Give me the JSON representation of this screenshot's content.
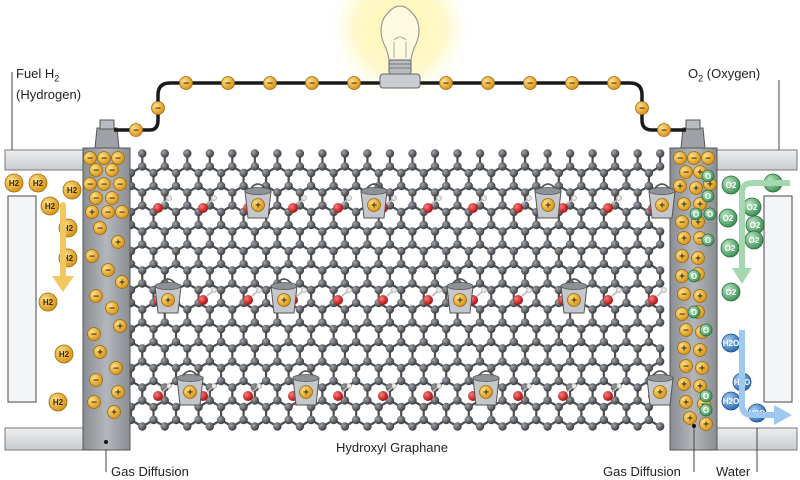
{
  "labels": {
    "fuel_line1": "Fuel H",
    "fuel_sub": "2",
    "fuel_line2": "(Hydrogen)",
    "oxygen_prefix": "O",
    "oxygen_sub": "2",
    "oxygen_rest": " (Oxygen)",
    "graphane": "Hydroxyl Graphane",
    "gas_diffusion_left": "Gas Diffusion",
    "gas_diffusion_right": "Gas Diffusion",
    "water": "Water"
  },
  "glyphs": {
    "h2": "H2",
    "o2": "O2",
    "h2o": "H2O",
    "o": "O",
    "plus": "+",
    "minus": "−"
  },
  "icons": [
    "light-bulb-icon",
    "bucket-icon",
    "electron-icon",
    "proton-icon"
  ],
  "colors": {
    "hydrogen": "#e8a825",
    "oxygen": "#4fa064",
    "water": "#3b7dc4",
    "electrode": "#9a9ea3",
    "carbon": "#555a60",
    "hydroxyl_oxygen": "#cc2222",
    "wire": "#1a1a1a",
    "bulb_glow": "#fff3a8"
  }
}
